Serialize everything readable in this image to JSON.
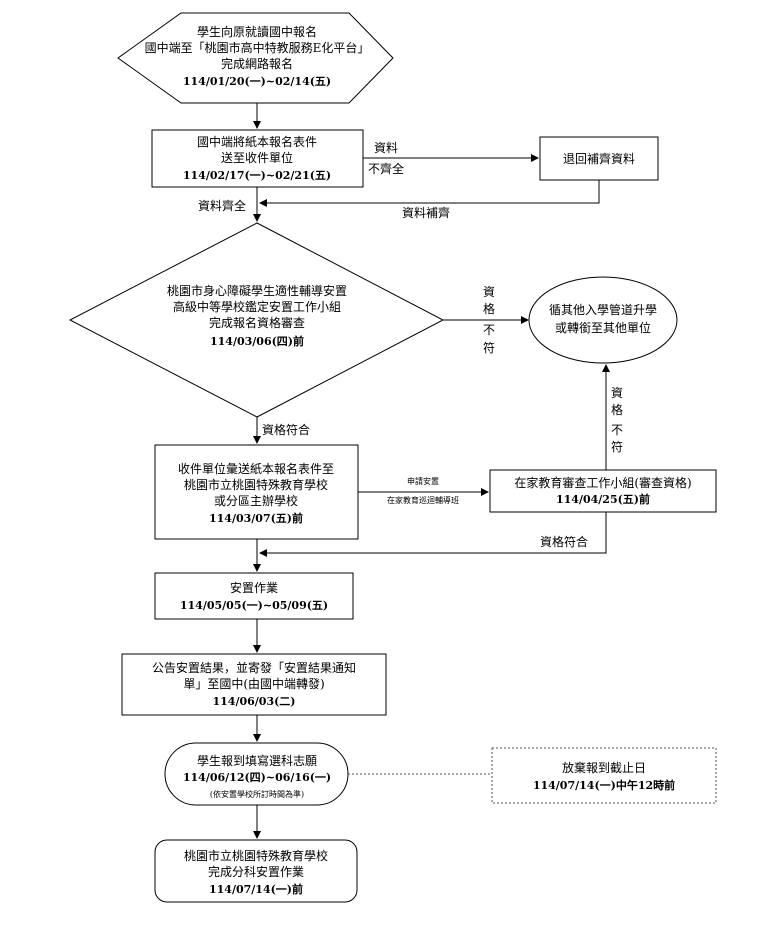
{
  "step1": {
    "lines": [
      "學生向原就讀國中報名",
      "國中端至「桃園市高中特教服務E化平台」",
      "完成網路報名"
    ],
    "date": "114/01/20(一)~02/14(五)"
  },
  "step2": {
    "lines": [
      "國中端將紙本報名表件",
      "送至收件單位"
    ],
    "date": "114/02/17(一)~02/21(五)"
  },
  "incomplete_label": [
    "資料",
    "不齊全"
  ],
  "return_box": "退回補齊資料",
  "supplement_label": "資料補齊",
  "complete_label": "資料齊全",
  "step3": {
    "lines": [
      "桃園市身心障礙學生適性輔導安置",
      "高級中等學校鑑定安置工作小組",
      "完成報名資格審查"
    ],
    "date": "114/03/06(四)前"
  },
  "unqualified_label": [
    "資",
    "格",
    "不",
    "符"
  ],
  "other_route": [
    "循其他入學管道升學",
    "或轉銜至其他單位"
  ],
  "unqualified_label2": [
    "資",
    "格",
    "不",
    "符"
  ],
  "qualified_label": "資格符合",
  "step4": {
    "lines": [
      "收件單位彙送紙本報名表件至",
      "桃園市立桃園特殊教育學校",
      "或分區主辦學校"
    ],
    "date": "114/03/07(五)前"
  },
  "apply_label": [
    "申請安置",
    "在家教育巡迴輔導班"
  ],
  "home_edu": {
    "line": "在家教育審查工作小組(審查資格)",
    "date": "114/04/25(五)前"
  },
  "qualified_label2": "資格符合",
  "step5": {
    "line": "安置作業",
    "date": "114/05/05(一)~05/09(五)"
  },
  "step6": {
    "lines": [
      "公告安置結果，並寄發「安置結果通知",
      "單」至國中(由國中端轉發)"
    ],
    "date": "114/06/03(二)"
  },
  "step7": {
    "line": "學生報到填寫選科志願",
    "date": "114/06/12(四)~06/16(一)",
    "note": "(依安置學校所訂時間為準)"
  },
  "deadline": {
    "line": "放棄報到截止日",
    "date": "114/07/14(一)中午12時前"
  },
  "step8": {
    "lines": [
      "桃園市立桃園特殊教育學校",
      "完成分科安置作業"
    ],
    "date": "114/07/14(一)前"
  }
}
